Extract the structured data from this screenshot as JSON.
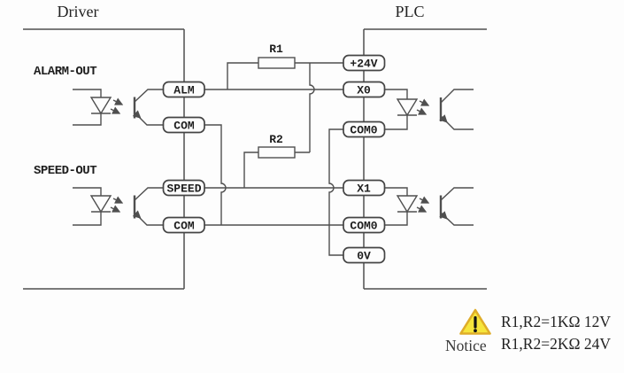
{
  "diagram": {
    "driver": {
      "title": "Driver",
      "outputs": [
        {
          "label": "ALARM-OUT"
        },
        {
          "label": "SPEED-OUT"
        }
      ],
      "terminals": [
        {
          "label": "ALM"
        },
        {
          "label": "COM"
        },
        {
          "label": "SPEED"
        },
        {
          "label": "COM"
        }
      ]
    },
    "plc": {
      "title": "PLC",
      "terminals": [
        {
          "label": "+24V"
        },
        {
          "label": "X0"
        },
        {
          "label": "COM0"
        },
        {
          "label": "X1"
        },
        {
          "label": "COM0"
        },
        {
          "label": "0V"
        }
      ]
    },
    "resistors": [
      {
        "label": "R1"
      },
      {
        "label": "R2"
      }
    ],
    "notice": {
      "label": "Notice",
      "icon": "warning-triangle",
      "lines": [
        "R1,R2=1KΩ 12V",
        "R1,R2=2KΩ 24V"
      ]
    },
    "colors": {
      "line": "#4f4f4f",
      "text": "#1e1e1e",
      "warning_fill": "#f6e63c",
      "warning_stroke": "#dfad29"
    }
  }
}
